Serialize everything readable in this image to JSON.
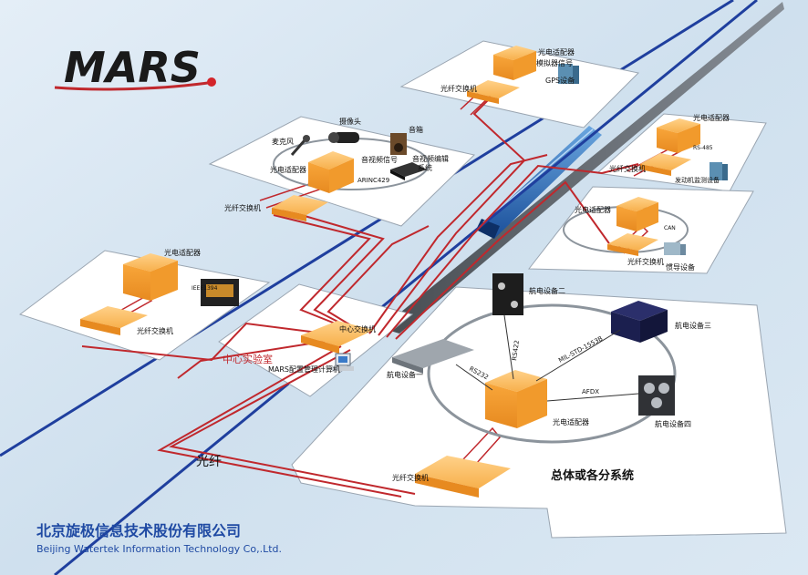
{
  "logo": {
    "text": "MARS"
  },
  "company": {
    "name_cn": "北京旋极信息技术股份有限公司",
    "name_en": "Beijing Watertek Information Technology Co,.Ltd."
  },
  "labels": {
    "optical_fiber": "光纤",
    "central_lab": "中心实验室",
    "central_switch": "中心交换机",
    "mars_computer": "MARS配置管理计算机",
    "fiber_switch": "光纤交换机",
    "eo_adapter": "光电适配器",
    "system_title": "总体或各分系统",
    "avionics_1": "航电设备一",
    "avionics_2": "航电设备二",
    "avionics_3": "航电设备三",
    "avionics_4": "航电设备四",
    "rs422": "RS422",
    "rs232": "RS232",
    "mil1553": "MIL-STD-1553B",
    "afdx": "AFDX",
    "camera": "摄像头",
    "microphone": "麦克风",
    "speaker": "音箱",
    "av_signal": "音视频信号",
    "av_control": "音视频编辑",
    "av_control2": "系统",
    "arinc429": "ARINC429",
    "ieee1394": "IEEE1394",
    "gps_device": "GPS设备",
    "sim_signal": "模拟器信号",
    "engine_monitor": "发动机监测设备",
    "nav_device": "惯导设备",
    "can": "CAN",
    "rs_small": "RS-485"
  },
  "colors": {
    "fiber_blue": "#1f3f9e",
    "fiber_red": "#c0282d",
    "box_orange": "#f6a53a",
    "platform": "#ffffff"
  }
}
